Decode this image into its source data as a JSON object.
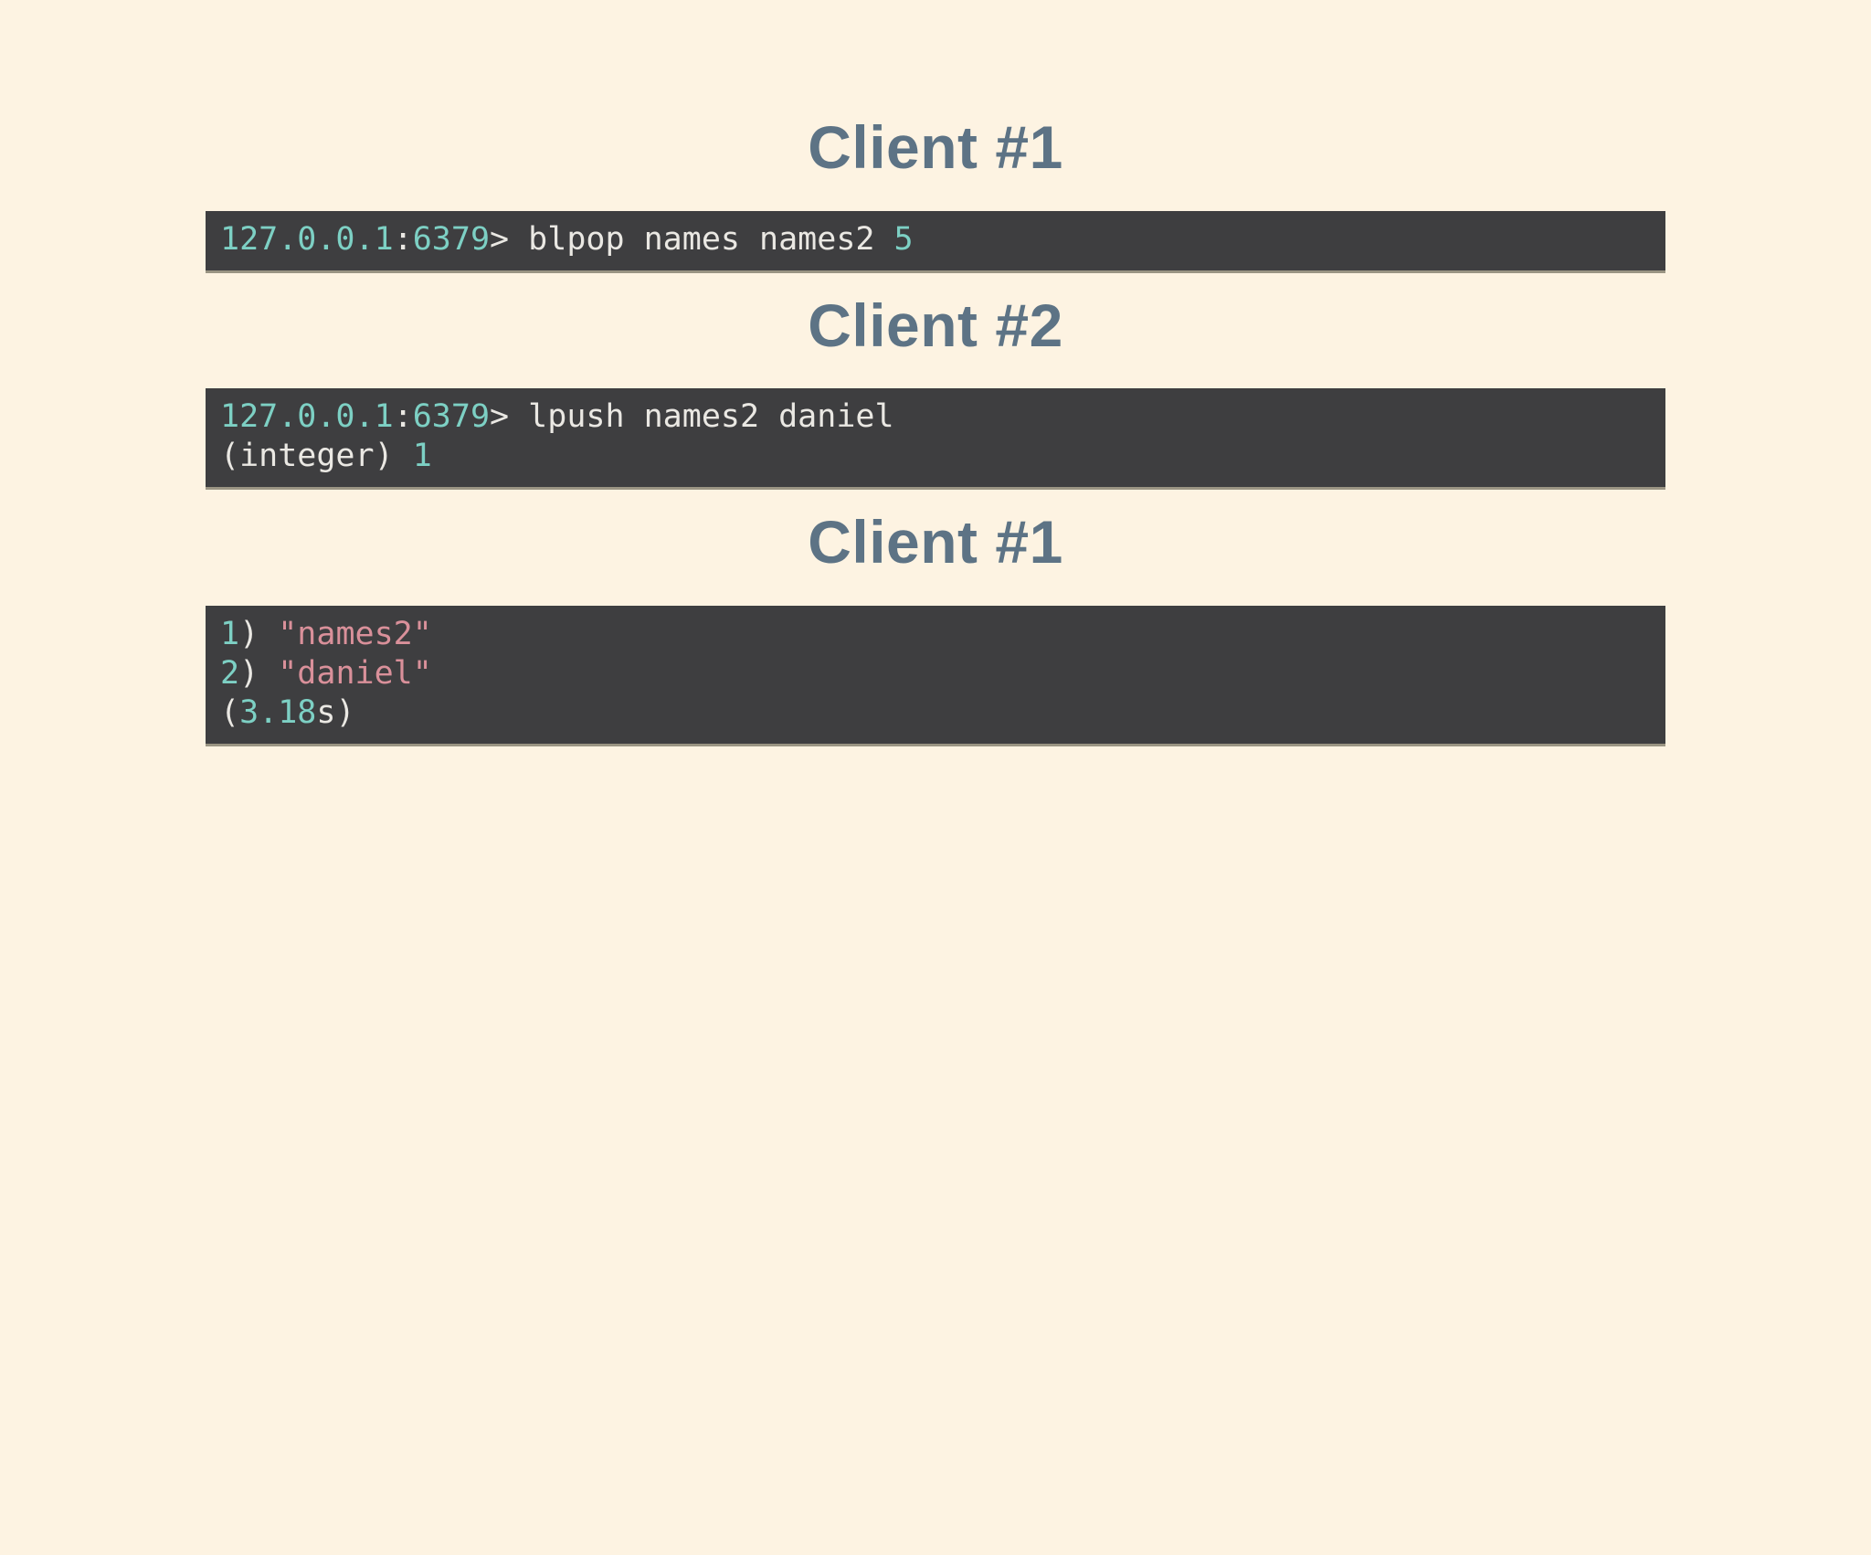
{
  "page": {
    "background": "#fdf3e2"
  },
  "colors": {
    "terminal_bg": "#3e3e40",
    "terminal_edge": "#9a9483",
    "heading": "#5d7385",
    "teal": "#7dd0c4",
    "light": "#eae8e3",
    "pink": "#d9909a"
  },
  "sections": [
    {
      "heading": "Client #1",
      "terminal_lines": [
        [
          {
            "color": "teal",
            "text": "127.0.0.1"
          },
          {
            "color": "light",
            "text": ":"
          },
          {
            "color": "teal",
            "text": "6379"
          },
          {
            "color": "light",
            "text": "> blpop names names2 "
          },
          {
            "color": "teal",
            "text": "5"
          }
        ]
      ]
    },
    {
      "heading": "Client #2",
      "terminal_lines": [
        [
          {
            "color": "teal",
            "text": "127.0.0.1"
          },
          {
            "color": "light",
            "text": ":"
          },
          {
            "color": "teal",
            "text": "6379"
          },
          {
            "color": "light",
            "text": "> lpush names2 daniel"
          }
        ],
        [
          {
            "color": "light",
            "text": "(integer) "
          },
          {
            "color": "teal",
            "text": "1"
          }
        ]
      ]
    },
    {
      "heading": "Client #1",
      "terminal_lines": [
        [
          {
            "color": "teal",
            "text": "1"
          },
          {
            "color": "light",
            "text": ") "
          },
          {
            "color": "pink",
            "text": "\"names2\""
          }
        ],
        [
          {
            "color": "teal",
            "text": "2"
          },
          {
            "color": "light",
            "text": ") "
          },
          {
            "color": "pink",
            "text": "\"daniel\""
          }
        ],
        [
          {
            "color": "light",
            "text": "("
          },
          {
            "color": "teal",
            "text": "3.18"
          },
          {
            "color": "light",
            "text": "s)"
          }
        ]
      ]
    }
  ]
}
